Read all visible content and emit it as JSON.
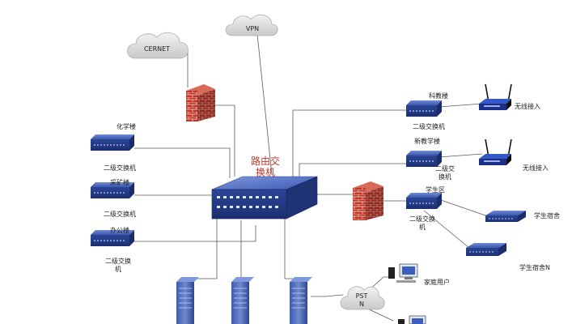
{
  "clouds": {
    "cernet": "CERNET",
    "vpn": "VPN",
    "pstn_line1": "PST",
    "pstn_line2": "N"
  },
  "core": {
    "router_line1": "路由交",
    "router_line2": "换机"
  },
  "buildings": {
    "huaxue": "化学楼",
    "caikuang": "采矿楼",
    "bangong": "办公楼",
    "kejiao": "科教楼",
    "xinjiaoxue": "新教学楼",
    "xuesheng": "学生区"
  },
  "switches": {
    "label": "二级交换机",
    "split_line1": "二级交",
    "split_line2": "换机",
    "stack_line1": "二级交换",
    "stack_line2": "机",
    "office_line1": "二级交换",
    "office_line2": "机"
  },
  "endpoints": {
    "wireless": "无线接入",
    "dorm": "学生宿舍",
    "dorm_n": "学生宿舍N",
    "home_user": "家庭用户"
  },
  "colors": {
    "line": "#555555",
    "switch_body": "#2f4a9a",
    "firewall": "#c0392b",
    "cloud": "#d8d8d8",
    "router_text": "#c0392b"
  }
}
